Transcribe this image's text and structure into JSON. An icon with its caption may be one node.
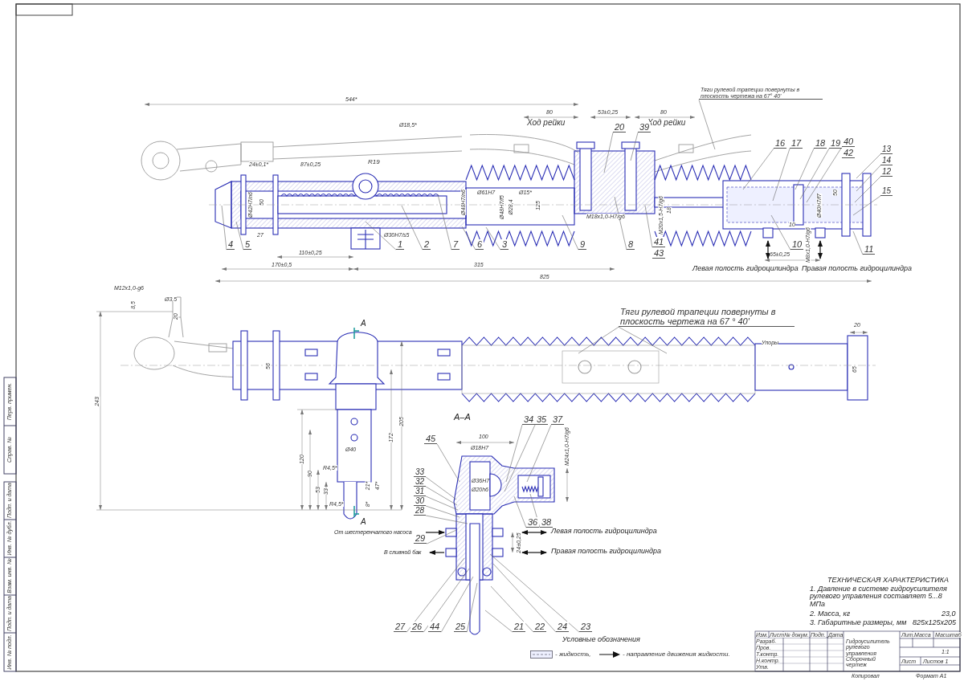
{
  "diagram": {
    "nodes": [
      {
        "text": [
          "Тяги рулевой трапеции повернуты в плоскость чертежа на 67° 40'"
        ]
      },
      {
        "text": [
          "20"
        ]
      },
      {
        "text": [
          "39"
        ]
      },
      {
        "text": [
          "16"
        ]
      },
      {
        "text": [
          "17"
        ]
      },
      {
        "text": [
          "18"
        ]
      },
      {
        "text": [
          "19"
        ]
      },
      {
        "text": [
          "40"
        ]
      },
      {
        "text": [
          "42"
        ]
      },
      {
        "text": [
          "13"
        ]
      },
      {
        "text": [
          "14"
        ]
      },
      {
        "text": [
          "12"
        ]
      },
      {
        "text": [
          "15"
        ]
      },
      {
        "text": [
          "4"
        ]
      },
      {
        "text": [
          "5"
        ]
      },
      {
        "text": [
          "1"
        ]
      },
      {
        "text": [
          "2"
        ]
      },
      {
        "text": [
          "7"
        ]
      },
      {
        "text": [
          "6"
        ]
      },
      {
        "text": [
          "3"
        ]
      },
      {
        "text": [
          "9"
        ]
      },
      {
        "text": [
          "8"
        ]
      },
      {
        "text": [
          "41"
        ]
      },
      {
        "text": [
          "43"
        ]
      },
      {
        "text": [
          "10"
        ]
      },
      {
        "text": [
          "11"
        ]
      },
      {
        "text": [
          "Тяги рулевой трапеции повернуты в плоскость чертежа на 67 ° 40'"
        ]
      },
      {
        "text": [
          "34"
        ]
      },
      {
        "text": [
          "35"
        ]
      },
      {
        "text": [
          "37"
        ]
      },
      {
        "text": [
          "45"
        ]
      },
      {
        "text": [
          "33"
        ]
      },
      {
        "text": [
          "32"
        ]
      },
      {
        "text": [
          "31"
        ]
      },
      {
        "text": [
          "30"
        ]
      },
      {
        "text": [
          "28"
        ]
      },
      {
        "text": [
          "36"
        ]
      },
      {
        "text": [
          "38"
        ]
      },
      {
        "text": [
          "29"
        ]
      },
      {
        "text": [
          "27"
        ]
      },
      {
        "text": [
          "26"
        ]
      },
      {
        "text": [
          "44"
        ]
      },
      {
        "text": [
          "25"
        ]
      },
      {
        "text": [
          "21"
        ]
      },
      {
        "text": [
          "22"
        ]
      },
      {
        "text": [
          "24"
        ]
      },
      {
        "text": [
          "23"
        ]
      }
    ],
    "edges": [
      {
        "from": 0,
        "to": null,
        "arrow": "none"
      },
      {
        "from": 1,
        "to": null,
        "arrow": "none"
      },
      {
        "from": 2,
        "to": null,
        "arrow": "none"
      },
      {
        "from": 3,
        "to": null,
        "arrow": "none"
      },
      {
        "from": 4,
        "to": null,
        "arrow": "none"
      },
      {
        "from": 5,
        "to": null,
        "arrow": "none"
      },
      {
        "from": 6,
        "to": null,
        "arrow": "none"
      },
      {
        "from": 7,
        "to": null,
        "arrow": "none"
      },
      {
        "from": 9,
        "to": null,
        "arrow": "none"
      },
      {
        "from": 10,
        "to": null,
        "arrow": "none"
      },
      {
        "from": 11,
        "to": null,
        "arrow": "none"
      },
      {
        "from": 12,
        "to": null,
        "arrow": "none"
      },
      {
        "from": 13,
        "to": null,
        "arrow": "none"
      },
      {
        "from": 14,
        "to": null,
        "arrow": "none"
      },
      {
        "from": 15,
        "to": null,
        "arrow": "none"
      },
      {
        "from": 16,
        "to": null,
        "arrow": "none"
      },
      {
        "from": 17,
        "to": null,
        "arrow": "none"
      },
      {
        "from": 18,
        "to": null,
        "arrow": "none"
      },
      {
        "from": 19,
        "to": null,
        "arrow": "none"
      },
      {
        "from": 20,
        "to": null,
        "arrow": "none"
      },
      {
        "from": 21,
        "to": null,
        "arrow": "none"
      },
      {
        "from": 22,
        "to": null,
        "arrow": "none"
      },
      {
        "from": 24,
        "to": null,
        "arrow": "none"
      },
      {
        "from": 25,
        "to": null,
        "arrow": "none"
      },
      {
        "from": 26,
        "to": null,
        "arrow": "none"
      },
      {
        "from": 26,
        "to": null,
        "arrow": "none"
      },
      {
        "from": 27,
        "to": null,
        "arrow": "none"
      },
      {
        "from": 28,
        "to": null,
        "arrow": "none"
      },
      {
        "from": 29,
        "to": null,
        "arrow": "none"
      },
      {
        "from": 30,
        "to": null,
        "arrow": "none"
      },
      {
        "from": 31,
        "to": null,
        "arrow": "none"
      },
      {
        "from": 32,
        "to": null,
        "arrow": "none"
      },
      {
        "from": 33,
        "to": null,
        "arrow": "none"
      },
      {
        "from": 34,
        "to": null,
        "arrow": "none"
      },
      {
        "from": 35,
        "to": null,
        "arrow": "none"
      },
      {
        "from": 36,
        "to": null,
        "arrow": "none"
      },
      {
        "from": 37,
        "to": null,
        "arrow": "none"
      },
      {
        "from": 38,
        "to": null,
        "arrow": "none"
      },
      {
        "from": 39,
        "to": null,
        "arrow": "none"
      },
      {
        "from": 40,
        "to": null,
        "arrow": "none"
      },
      {
        "from": 41,
        "to": null,
        "arrow": "none"
      },
      {
        "from": 42,
        "to": null,
        "arrow": "none"
      },
      {
        "from": 43,
        "to": null,
        "arrow": "none"
      },
      {
        "from": 44,
        "to": null,
        "arrow": "none"
      },
      {
        "from": 45,
        "to": null,
        "arrow": "none"
      },
      {
        "from": 46,
        "to": null,
        "arrow": "none"
      }
    ],
    "labels": [
      "544*",
      "80",
      "Ход рейки",
      "53±0,25",
      "80",
      "Ход рейки",
      "Ø18,5*",
      "R19",
      "24±0,1*",
      "87±0,25",
      "Ø42H7/n6",
      "50",
      "27",
      "Ø30H7/s5",
      "110±0,25",
      "170±0,5",
      "315",
      "825",
      "Ø48H7/n6",
      "Ø61H7",
      "Ø48H7/f5",
      "Ø28,4",
      "Ø15*",
      "125",
      "M18x1,0-H7/g6",
      "M20x1,5-H7/g6",
      "18",
      "Ø40H7/f7",
      "50",
      "10",
      "M8x1,0-H7/g6",
      "65±0,25",
      "Левая полость гидроцилиндра",
      "Правая полость гидроцилиндра",
      "M12x1,0-g6",
      "8,5",
      "Ø3,5",
      "20",
      "A",
      "243",
      "56",
      "20",
      "Упоры",
      "65",
      "205",
      "172",
      "120",
      "90",
      "53",
      "33",
      "Ø40",
      "R4,5*",
      "21*",
      "47*",
      "R4,5*",
      "8*",
      "A",
      "A–A",
      "100",
      "Ø18H7",
      "M24x1,0-H7/g6",
      "Ø36H7",
      "Ø20h6",
      "От шестеренчатого насоса",
      "24±0,25",
      "Левая полость гидроцилиндра",
      "В сливной бак",
      "Правая полость гидроцилиндра",
      "ТЕХНИЧЕСКАЯ ХАРАКТЕРИСТИКА",
      "1. Давление в системе гидроусилителя рулевого управления составляет 5...8 МПа",
      "2. Масса, кг",
      "23,0",
      "3. Габаритные размеры, мм",
      "825x125x205",
      "Условные обозначения",
      "Изм.",
      "Лист",
      "№ докум.",
      "Подп.",
      "Дата",
      "Разраб.",
      "Пров.",
      "Т.контр.",
      "Н.контр.",
      "Утв.",
      "Гидроусилитель рулевого управления Сборочный чертеж",
      "Лит.",
      "Масса",
      "Масштаб",
      "1:1",
      "Лист",
      "Листов 1",
      "Копировал",
      "Формат A1",
      "Перв. примен.",
      "Справ. №",
      "Подп. и дата",
      "Инв. № дубл.",
      "Взам. инв. №",
      "Подп. и дата",
      "Инв. № подл."
    ],
    "legend": [
      {
        "text": "- жидкость,"
      },
      {
        "text": "- направление движения жидкости."
      }
    ]
  }
}
